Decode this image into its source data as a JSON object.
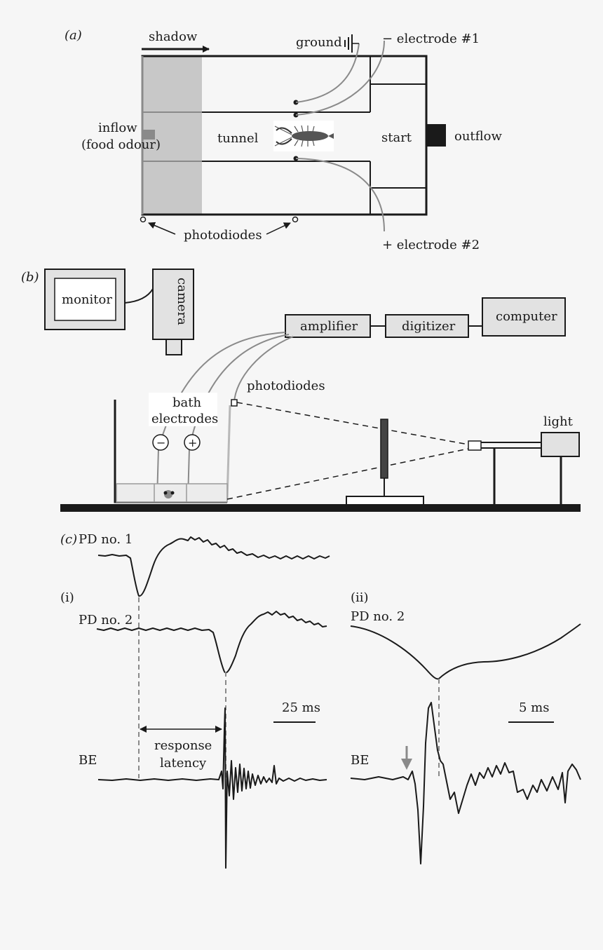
{
  "panel_a": {
    "panel_label": "(a)",
    "shadow": "shadow",
    "ground": "ground",
    "electrode_1": "− electrode #1",
    "inflow_line1": "inflow",
    "inflow_line2": "(food odour)",
    "tunnel": "tunnel",
    "start": "start",
    "outflow": "outflow",
    "photodiodes": "photodiodes",
    "electrode_2": "+ electrode #2"
  },
  "panel_b": {
    "panel_label": "(b)",
    "monitor": "monitor",
    "camera": "camera",
    "amplifier": "amplifier",
    "digitizer": "digitizer",
    "computer": "computer",
    "photodiodes": "photodiodes",
    "bath_line1": "bath",
    "bath_line2": "electrodes",
    "minus": "−",
    "plus": "+",
    "light": "light"
  },
  "panel_c": {
    "panel_label": "(c)",
    "pd1": "PD no. 1",
    "sub_i": "(i)",
    "sub_ii": "(ii)",
    "pd2_i": "PD no. 2",
    "pd2_ii": "PD no. 2",
    "scale_i": "25 ms",
    "scale_ii": "5 ms",
    "response_line1": "response",
    "response_line2": "latency",
    "be_i": "BE",
    "be_ii": "BE"
  },
  "colors": {
    "shadow_fill": "#c8c8c8",
    "line": "#1a1a1a",
    "grey_line": "#8a8a8a",
    "box_fill": "#e2e2e2"
  }
}
